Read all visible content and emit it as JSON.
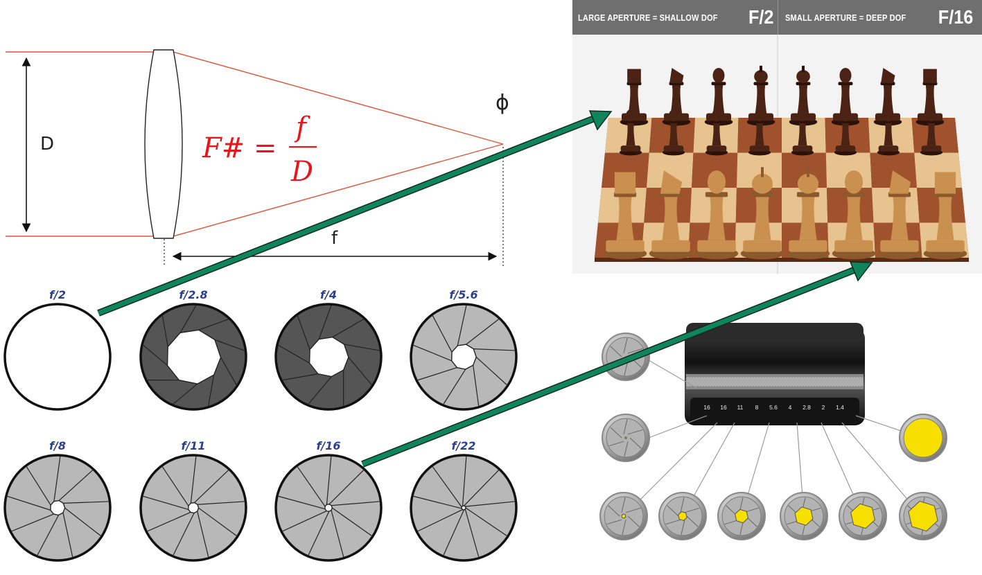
{
  "lens_diagram": {
    "aperture_label": "D",
    "focal_label": "f",
    "focal_point_symbol": "ϕ",
    "formula_lhs": "F# =",
    "formula_numerator": "f",
    "formula_denominator": "D"
  },
  "aperture_grid": [
    {
      "label": "f/2",
      "open": 1.0,
      "blade_shade": "#ffffff"
    },
    {
      "label": "f/2.8",
      "open": 0.52,
      "blade_shade": "#555555"
    },
    {
      "label": "f/4",
      "open": 0.38,
      "blade_shade": "#555555"
    },
    {
      "label": "f/5.6",
      "open": 0.24,
      "blade_shade": "#b8b8b8"
    },
    {
      "label": "f/8",
      "open": 0.14,
      "blade_shade": "#b8b8b8"
    },
    {
      "label": "f/11",
      "open": 0.1,
      "blade_shade": "#b8b8b8"
    },
    {
      "label": "f/16",
      "open": 0.07,
      "blade_shade": "#b8b8b8"
    },
    {
      "label": "f/22",
      "open": 0.04,
      "blade_shade": "#b8b8b8"
    }
  ],
  "chess_banner": {
    "left_text": "LARGE APERTURE = SHALLOW DOF",
    "left_fstop": "F/2",
    "right_text": "SMALL APERTURE = DEEP DOF",
    "right_fstop": "F/16"
  },
  "lens_ring_numbers": [
    "16",
    "16",
    "11",
    "8",
    "5.6",
    "4",
    "2.8",
    "2",
    "1.4"
  ],
  "colors": {
    "ray": "#e0533a",
    "formula": "#e8161b",
    "arrow": "#10845a",
    "aperture_highlight": "#f7e000",
    "banner": "#6f6f6f",
    "board_dark": "#a0522d",
    "board_light": "#e7c48f"
  }
}
